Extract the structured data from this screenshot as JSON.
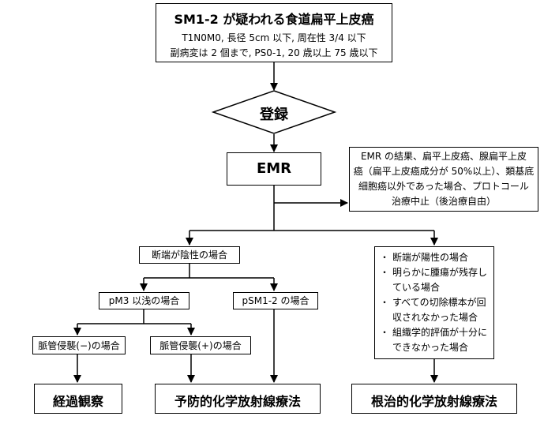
{
  "top": {
    "title": "SM1-2 が疑われる食道扁平上皮癌",
    "line1": "T1N0M0, 長径 5cm 以下, 周在性 3/4 以下",
    "line2": "副病変は 2 個まで, PS0-1, 20 歳以上 75 歳以下"
  },
  "register": "登録",
  "emr": "EMR",
  "stop_note": {
    "line1": "EMR の結果、扁平上皮癌、腺扁平上皮",
    "line2": "癌（扁平上皮癌成分が 50%以上）、類基底",
    "line3": "細胞癌以外であった場合、プロトコール",
    "line4": "治療中止（後治療自由）"
  },
  "negative_margin": "断端が陰性の場合",
  "positive_conditions": [
    "断端が陽性の場合",
    "明らかに腫瘍が残存している場合",
    "すべての切除標本が回収されなかった場合",
    "組織学的評価が十分にできなかった場合"
  ],
  "pm3": "pM3 以浅の場合",
  "psm": "pSM1-2 の場合",
  "ly_neg": "脈管侵襲(−)の場合",
  "ly_pos": "脈管侵襲(+)の場合",
  "outcomes": {
    "observe": "経過観察",
    "prophylactic": "予防的化学放射線療法",
    "curative": "根治的化学放射線療法"
  }
}
